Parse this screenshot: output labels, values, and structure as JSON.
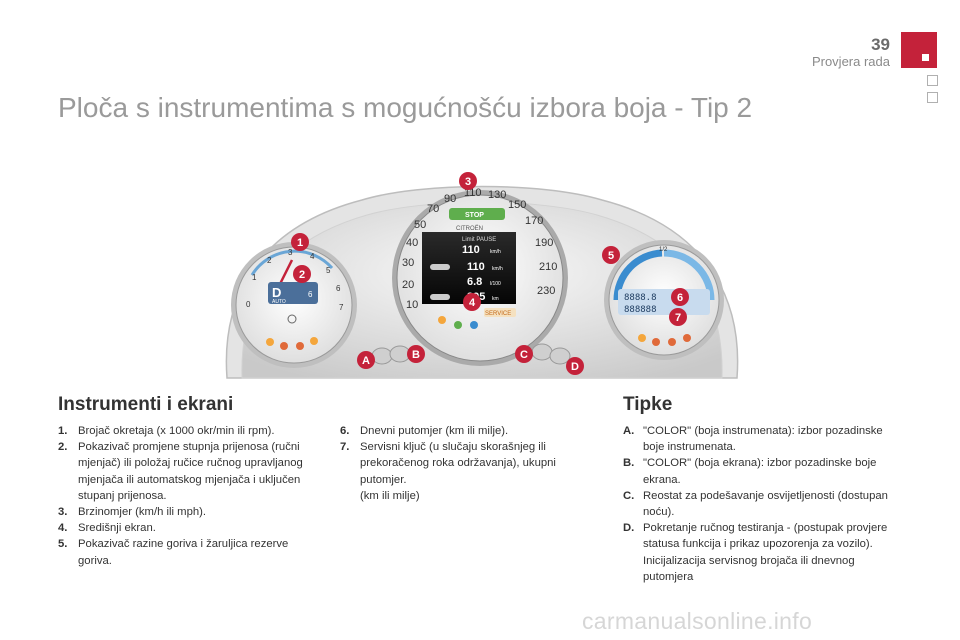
{
  "header": {
    "page_number": "39",
    "section_name": "Provjera rada",
    "accent_color": "#c4223a"
  },
  "title": "Ploča s instrumentima s mogućnošću izbora boja - Tip 2",
  "cluster": {
    "markers": [
      "1",
      "2",
      "3",
      "4",
      "5",
      "6",
      "7",
      "A",
      "B",
      "C",
      "D"
    ],
    "marker_color": "#c4223a",
    "tacho_ticks": [
      "0",
      "1",
      "2",
      "3",
      "4",
      "5",
      "6",
      "7"
    ],
    "gear_display": "D",
    "gear_mode": "AUTO",
    "gear_suffix": "6",
    "speed_ticks": [
      "10",
      "20",
      "30",
      "40",
      "50",
      "70",
      "90",
      "110",
      "130",
      "150",
      "170",
      "190",
      "210",
      "230"
    ],
    "stop_label": "STOP",
    "brand_label": "CITROËN",
    "screen_header": "Limit PAUSE",
    "screen_rows": [
      {
        "value": "110",
        "unit": "km/h"
      },
      {
        "value": "110",
        "unit": "km/h"
      },
      {
        "value": "6.8",
        "unit": "l/100"
      },
      {
        "value": "395",
        "unit": "km"
      }
    ],
    "service_label": "SERVICE",
    "fuel_top": "1/2",
    "odometer_day": "8888.8",
    "odometer_total": "888888"
  },
  "instrumenti": {
    "title": "Instrumenti i ekrani",
    "items_left": [
      {
        "key": "1.",
        "text": "Brojač okretaja (x 1000 okr/min ili rpm)."
      },
      {
        "key": "2.",
        "text": "Pokazivač promjene stupnja prijenosa (ručni mjenjač) ili položaj ručice ručnog upravljanog mjenjača ili automatskog mjenjača i uključen stupanj prijenosa."
      },
      {
        "key": "3.",
        "text": "Brzinomjer (km/h ili mph)."
      },
      {
        "key": "4.",
        "text": "Središnji ekran."
      },
      {
        "key": "5.",
        "text": "Pokazivač razine goriva i žaruljica rezerve goriva."
      }
    ],
    "items_mid": [
      {
        "key": "6.",
        "text": "Dnevni putomjer (km ili milje)."
      },
      {
        "key": "7.",
        "text": "Servisni ključ (u slučaju skorašnjeg ili prekoračenog roka održavanja), ukupni putomjer."
      },
      {
        "key": "",
        "text": "(km ili milje)"
      }
    ]
  },
  "tipke": {
    "title": "Tipke",
    "items": [
      {
        "key": "A.",
        "text": "\"COLOR\" (boja instrumenata): izbor pozadinske boje instrumenata."
      },
      {
        "key": "B.",
        "text": "\"COLOR\" (boja ekrana): izbor pozadinske boje ekrana."
      },
      {
        "key": "C.",
        "text": "Reostat za podešavanje osvijetljenosti (dostupan noću)."
      },
      {
        "key": "D.",
        "text": "Pokretanje ručnog testiranja - (postupak provjere statusa funkcija i prikaz upozorenja za vozilo)."
      },
      {
        "key": "",
        "text": "Inicijalizacija servisnog brojača ili dnevnog putomjera"
      }
    ]
  },
  "watermark": "carmanualsonline.info"
}
